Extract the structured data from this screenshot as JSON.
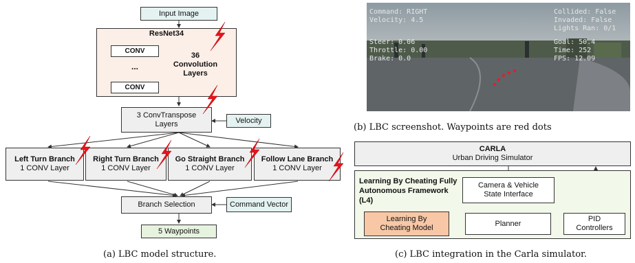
{
  "panel_a": {
    "input_image": "Input Image",
    "resnet_title": "ResNet34",
    "conv_top": "CONV",
    "conv_dots": "...",
    "conv_bottom": "CONV",
    "conv_count": "36",
    "conv_layers_label": "Convolution Layers",
    "convtranspose": "3 ConvTranspose Layers",
    "velocity": "Velocity",
    "branches": [
      {
        "name": "Left Turn Branch",
        "layer": "1 CONV Layer"
      },
      {
        "name": "Right Turn Branch",
        "layer": "1 CONV Layer"
      },
      {
        "name": "Go Straight Branch",
        "layer": "1 CONV Layer"
      },
      {
        "name": "Follow Lane Branch",
        "layer": "1 CONV Layer"
      }
    ],
    "branch_selection": "Branch Selection",
    "command_vector": "Command Vector",
    "waypoints": "5 Waypoints",
    "caption": "(a) LBC model structure."
  },
  "panel_b": {
    "hud_left": [
      "Command: RIGHT",
      "Velocity: 4.5",
      "",
      "Steer: 0.06",
      "Throttle: 0.00",
      "Brake: 0.0"
    ],
    "hud_right": [
      "Collided: False",
      "Invaded: False",
      "Lights Ran: 0/1",
      "Goal: 50.4",
      "Time: 252",
      "FPS: 12.09"
    ],
    "caption": "(b) LBC screenshot. Waypoints are red dots"
  },
  "panel_c": {
    "carla_title": "CARLA",
    "carla_subtitle": "Urban Driving Simulator",
    "framework_label": "Learning By Cheating Fully Autonomous Framework (L4)",
    "camera_interface": "Camera & Vehicle State Interface",
    "lbc_model": "Learning By Cheating Model",
    "planner": "Planner",
    "pid": "PID Controllers",
    "caption": "(c) LBC integration in the Carla simulator."
  },
  "colors": {
    "attack_red": "#e8141c",
    "waypoint_red": "#e0202a"
  }
}
